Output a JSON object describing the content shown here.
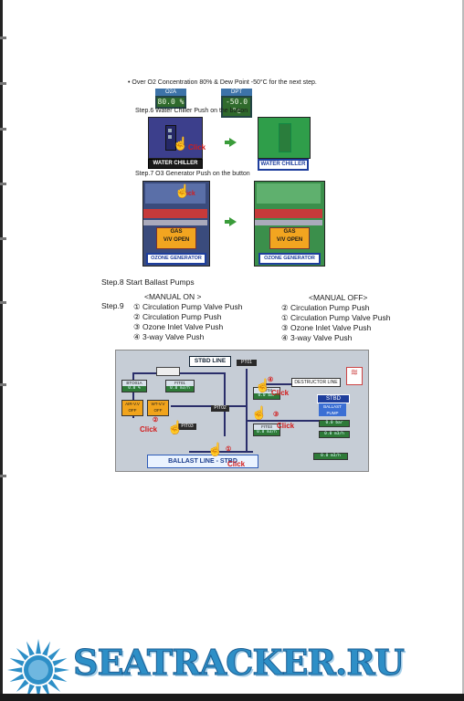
{
  "header": {
    "condition": "• Over O2 Concentration 80% & Dew Point -50°C for the next step."
  },
  "meters": {
    "o2": {
      "label": "O2A",
      "value": "80.0 %"
    },
    "dew": {
      "label": "DPT",
      "value": "-50.0 °c"
    }
  },
  "step6": {
    "text": "Step.6  Water Chiller Push on the button",
    "before_caption": "WATER CHILLER",
    "after_caption": "WATER CHILLER",
    "click": "Click"
  },
  "step7": {
    "text": "Step.7 O3 Generator Push on the button",
    "before_caption": "OZONE GENERATOR",
    "after_caption": "OZONE GENERATOR",
    "gas_label": "GAS",
    "vv_label": "V/V OPEN",
    "click": "Click"
  },
  "step8": {
    "text": "Step.8 Start Ballast Pumps"
  },
  "step9": {
    "label": "Step.9",
    "manual_on": {
      "title": "<MANUAL ON >",
      "items": [
        "① Circulation Pump Valve Push",
        "② Circulation Pump Push",
        "③ Ozone Inlet Valve Push",
        "④ 3-way Valve Push"
      ]
    },
    "manual_off": {
      "title": "<MANUAL OFF>",
      "items": [
        "② Circulation Pump Push",
        "① Circulation Pump Valve Push",
        "③ Ozone Inlet Valve Push",
        "④ 3-way Valve Push"
      ]
    }
  },
  "hmi": {
    "title": "STBD LINE",
    "destructor": "DESTRUCTOR LINE",
    "stbd": "STBD",
    "ballast_pump": "BALLAST PUMP",
    "bottom": "BALLAST LINE - STBD",
    "air": "AIR-V.V",
    "wt": "WT-V.V",
    "off": "OFF",
    "click": "Click",
    "n1": "①",
    "n2": "②",
    "n3": "③",
    "n4": "④",
    "tags": [
      "BTO01A",
      "FIT01",
      "PT01",
      "PIT02",
      "PIT03",
      "PIT04",
      "FIT03"
    ],
    "vals": [
      "0.0 %",
      "0.0 m3/h",
      "0.0 bar",
      "0.0 m3/h"
    ]
  },
  "footer": {
    "logo_text": "SEATRACKER.RU"
  },
  "colors": {
    "accent": "#2d8fc7",
    "click_red": "#d31c1c",
    "green": "#3a9c3a"
  }
}
